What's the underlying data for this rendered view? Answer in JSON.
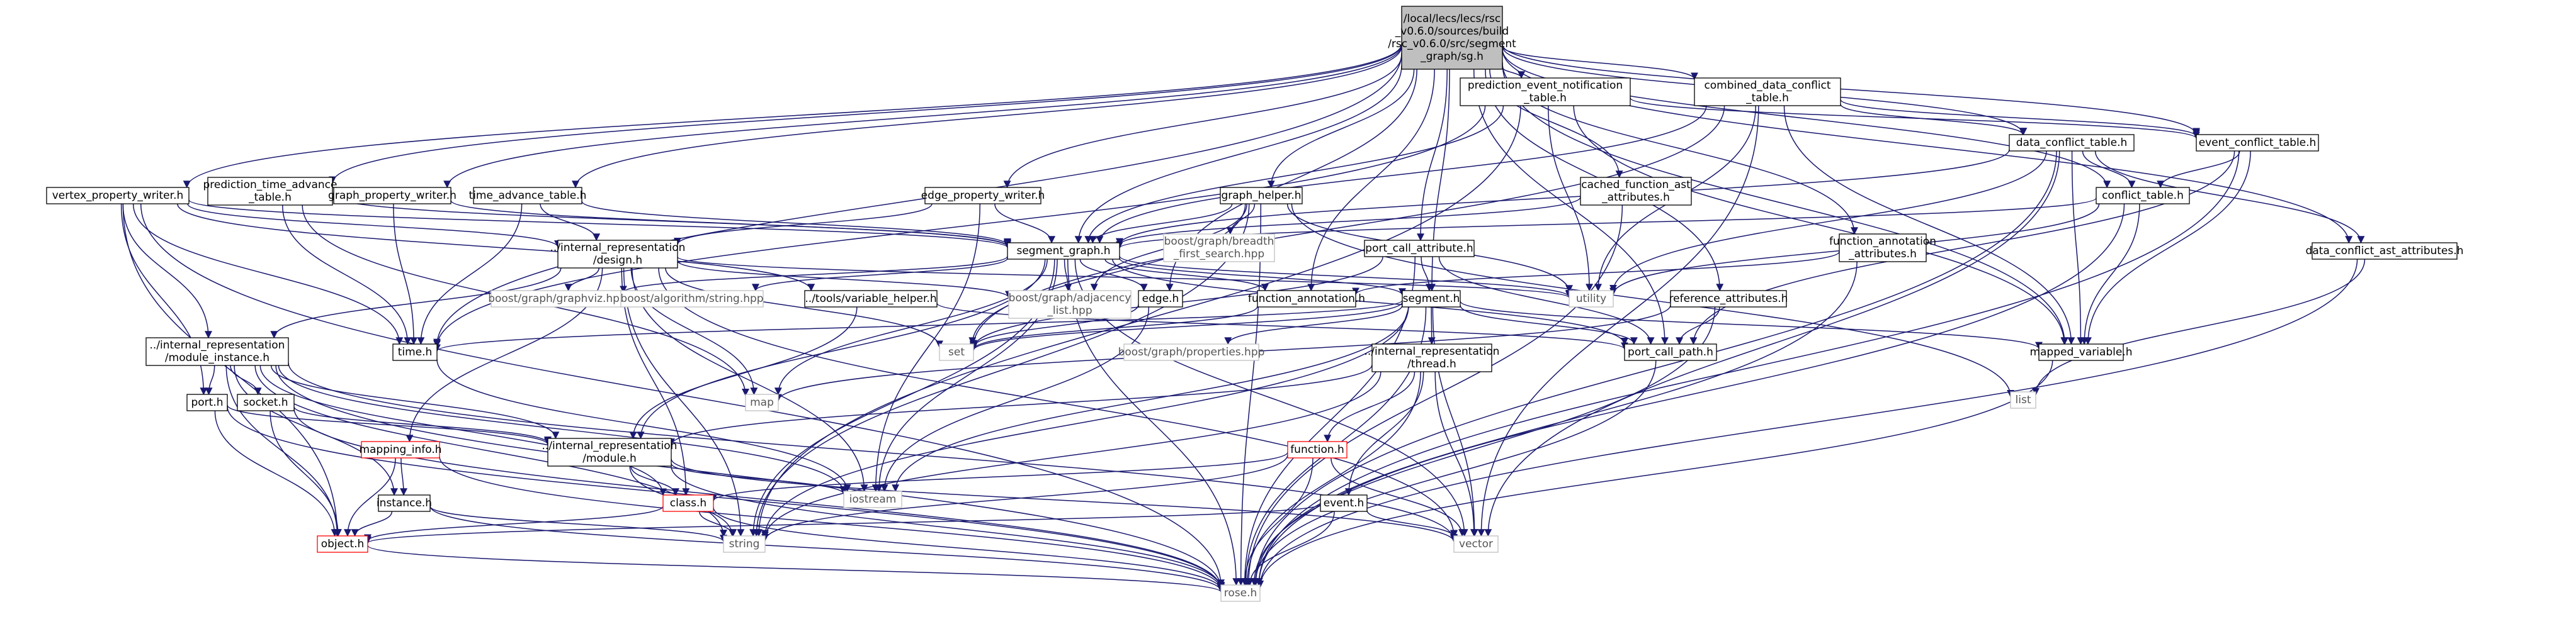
{
  "colors": {
    "edge": "#191970",
    "root_fill": "#bfbfbf",
    "node_border": "#000000",
    "external_border": "#bfbfbf",
    "incomplete_border": "#ff0000"
  },
  "nodes": [
    {
      "id": "root",
      "lines": [
        "/local/lecs/lecs/rsc",
        "_v0.6.0/sources/build",
        "/rsc_v0.6.0/src/segment",
        "_graph/sg.h"
      ],
      "kind": "root"
    },
    {
      "id": "vpw",
      "lines": [
        "vertex_property_writer.h"
      ],
      "kind": "normal"
    },
    {
      "id": "ptat",
      "lines": [
        "prediction_time_advance",
        "_table.h"
      ],
      "kind": "normal"
    },
    {
      "id": "gpw",
      "lines": [
        "graph_property_writer.h"
      ],
      "kind": "normal"
    },
    {
      "id": "tat",
      "lines": [
        "time_advance_table.h"
      ],
      "kind": "normal"
    },
    {
      "id": "epw",
      "lines": [
        "edge_property_writer.h"
      ],
      "kind": "normal"
    },
    {
      "id": "gh",
      "lines": [
        "graph_helper.h"
      ],
      "kind": "normal"
    },
    {
      "id": "pent",
      "lines": [
        "prediction_event_notification",
        "_table.h"
      ],
      "kind": "normal"
    },
    {
      "id": "cfat",
      "lines": [
        "cached_function_ast",
        "_attributes.h"
      ],
      "kind": "normal"
    },
    {
      "id": "cdct",
      "lines": [
        "combined_data_conflict",
        "_table.h"
      ],
      "kind": "normal"
    },
    {
      "id": "dct",
      "lines": [
        "data_conflict_table.h"
      ],
      "kind": "normal"
    },
    {
      "id": "ect",
      "lines": [
        "event_conflict_table.h"
      ],
      "kind": "normal"
    },
    {
      "id": "ct",
      "lines": [
        "conflict_table.h"
      ],
      "kind": "normal"
    },
    {
      "id": "faa",
      "lines": [
        "function_annotation",
        "_attributes.h"
      ],
      "kind": "normal"
    },
    {
      "id": "dcaa",
      "lines": [
        "data_conflict_ast_attributes.h"
      ],
      "kind": "normal"
    },
    {
      "id": "pca",
      "lines": [
        "port_call_attribute.h"
      ],
      "kind": "normal"
    },
    {
      "id": "sgh",
      "lines": [
        "segment_graph.h"
      ],
      "kind": "normal"
    },
    {
      "id": "ird",
      "lines": [
        "../internal_representation",
        "/design.h"
      ],
      "kind": "normal"
    },
    {
      "id": "bgbfs",
      "lines": [
        "boost/graph/breadth",
        "_first_search.hpp"
      ],
      "kind": "external"
    },
    {
      "id": "util",
      "lines": [
        "utility"
      ],
      "kind": "external"
    },
    {
      "id": "bggv",
      "lines": [
        "boost/graph/graphviz.hpp"
      ],
      "kind": "external"
    },
    {
      "id": "bastr",
      "lines": [
        "boost/algorithm/string.hpp"
      ],
      "kind": "external"
    },
    {
      "id": "bgal",
      "lines": [
        "boost/graph/adjacency",
        "_list.hpp"
      ],
      "kind": "external"
    },
    {
      "id": "tvh",
      "lines": [
        "../tools/variable_helper.h"
      ],
      "kind": "normal"
    },
    {
      "id": "edge",
      "lines": [
        "edge.h"
      ],
      "kind": "normal"
    },
    {
      "id": "fah",
      "lines": [
        "function_annotation.h"
      ],
      "kind": "normal"
    },
    {
      "id": "seg",
      "lines": [
        "segment.h"
      ],
      "kind": "normal"
    },
    {
      "id": "rah",
      "lines": [
        "reference_attributes.h"
      ],
      "kind": "normal"
    },
    {
      "id": "irmi",
      "lines": [
        "../internal_representation",
        "/module_instance.h"
      ],
      "kind": "normal"
    },
    {
      "id": "time",
      "lines": [
        "time.h"
      ],
      "kind": "normal"
    },
    {
      "id": "set",
      "lines": [
        "set"
      ],
      "kind": "external"
    },
    {
      "id": "bgprop",
      "lines": [
        "boost/graph/properties.hpp"
      ],
      "kind": "external"
    },
    {
      "id": "pcp",
      "lines": [
        "port_call_path.h"
      ],
      "kind": "normal"
    },
    {
      "id": "mv",
      "lines": [
        "mapped_variable.h"
      ],
      "kind": "normal"
    },
    {
      "id": "irth",
      "lines": [
        "../internal_representation",
        "/thread.h"
      ],
      "kind": "normal"
    },
    {
      "id": "map",
      "lines": [
        "map"
      ],
      "kind": "external"
    },
    {
      "id": "list",
      "lines": [
        "list"
      ],
      "kind": "external"
    },
    {
      "id": "port",
      "lines": [
        "port.h"
      ],
      "kind": "normal"
    },
    {
      "id": "sock",
      "lines": [
        "socket.h"
      ],
      "kind": "normal"
    },
    {
      "id": "mapi",
      "lines": [
        "mapping_info.h"
      ],
      "kind": "red"
    },
    {
      "id": "irmod",
      "lines": [
        "../internal_representation",
        "/module.h"
      ],
      "kind": "normal"
    },
    {
      "id": "func",
      "lines": [
        "function.h"
      ],
      "kind": "red"
    },
    {
      "id": "inst",
      "lines": [
        "instance.h"
      ],
      "kind": "normal"
    },
    {
      "id": "iostream",
      "lines": [
        "iostream"
      ],
      "kind": "external"
    },
    {
      "id": "cls",
      "lines": [
        "class.h"
      ],
      "kind": "red"
    },
    {
      "id": "event",
      "lines": [
        "event.h"
      ],
      "kind": "normal"
    },
    {
      "id": "obj",
      "lines": [
        "object.h"
      ],
      "kind": "red"
    },
    {
      "id": "string",
      "lines": [
        "string"
      ],
      "kind": "external"
    },
    {
      "id": "vector",
      "lines": [
        "vector"
      ],
      "kind": "external"
    },
    {
      "id": "rose",
      "lines": [
        "rose.h"
      ],
      "kind": "external"
    }
  ],
  "edges": [
    [
      "root",
      "vpw"
    ],
    [
      "root",
      "ptat"
    ],
    [
      "root",
      "gpw"
    ],
    [
      "root",
      "tat"
    ],
    [
      "root",
      "epw"
    ],
    [
      "root",
      "gh"
    ],
    [
      "root",
      "pent"
    ],
    [
      "root",
      "cfat"
    ],
    [
      "root",
      "cdct"
    ],
    [
      "root",
      "dct"
    ],
    [
      "root",
      "ect"
    ],
    [
      "root",
      "ct"
    ],
    [
      "root",
      "faa"
    ],
    [
      "root",
      "dcaa"
    ],
    [
      "root",
      "pca"
    ],
    [
      "root",
      "sgh"
    ],
    [
      "root",
      "seg"
    ],
    [
      "root",
      "edge"
    ],
    [
      "root",
      "fah"
    ],
    [
      "root",
      "rah"
    ],
    [
      "root",
      "time"
    ],
    [
      "root",
      "mv"
    ],
    [
      "root",
      "pcp"
    ],
    [
      "vpw",
      "sgh"
    ],
    [
      "vpw",
      "ird"
    ],
    [
      "vpw",
      "irmi"
    ],
    [
      "vpw",
      "port"
    ],
    [
      "vpw",
      "obj"
    ],
    [
      "vpw",
      "rose"
    ],
    [
      "vpw",
      "tvh"
    ],
    [
      "vpw",
      "time"
    ],
    [
      "ptat",
      "sgh"
    ],
    [
      "ptat",
      "time"
    ],
    [
      "ptat",
      "map"
    ],
    [
      "gpw",
      "sgh"
    ],
    [
      "gpw",
      "time"
    ],
    [
      "tat",
      "sgh"
    ],
    [
      "tat",
      "ird"
    ],
    [
      "tat",
      "time"
    ],
    [
      "epw",
      "sgh"
    ],
    [
      "epw",
      "ird"
    ],
    [
      "epw",
      "iostream"
    ],
    [
      "gh",
      "sgh"
    ],
    [
      "gh",
      "bgbfs"
    ],
    [
      "gh",
      "bgal"
    ],
    [
      "gh",
      "util"
    ],
    [
      "gh",
      "set"
    ],
    [
      "gh",
      "rose"
    ],
    [
      "gh",
      "list"
    ],
    [
      "gh",
      "string"
    ],
    [
      "pent",
      "sgh"
    ],
    [
      "pent",
      "ect"
    ],
    [
      "pent",
      "util"
    ],
    [
      "pent",
      "mv"
    ],
    [
      "pent",
      "string"
    ],
    [
      "pent",
      "time"
    ],
    [
      "cfat",
      "sgh"
    ],
    [
      "cfat",
      "rose"
    ],
    [
      "cdct",
      "sgh"
    ],
    [
      "cdct",
      "dct"
    ],
    [
      "cdct",
      "ect"
    ],
    [
      "cdct",
      "util"
    ],
    [
      "cdct",
      "mv"
    ],
    [
      "cdct",
      "vector"
    ],
    [
      "cdct",
      "set"
    ],
    [
      "dct",
      "ct"
    ],
    [
      "dct",
      "dcaa"
    ],
    [
      "dct",
      "sgh"
    ],
    [
      "dct",
      "mv"
    ],
    [
      "dct",
      "vector"
    ],
    [
      "dct",
      "util"
    ],
    [
      "dct",
      "rose"
    ],
    [
      "ect",
      "ct"
    ],
    [
      "ect",
      "pcp"
    ],
    [
      "ect",
      "mv"
    ],
    [
      "ect",
      "rose"
    ],
    [
      "ct",
      "sgh"
    ],
    [
      "ct",
      "mv"
    ],
    [
      "ct",
      "util"
    ],
    [
      "ct",
      "rose"
    ],
    [
      "faa",
      "fah"
    ],
    [
      "faa",
      "rose"
    ],
    [
      "dcaa",
      "list"
    ],
    [
      "dcaa",
      "rose"
    ],
    [
      "pca",
      "seg"
    ],
    [
      "pca",
      "pcp"
    ],
    [
      "pca",
      "set"
    ],
    [
      "pca",
      "rose"
    ],
    [
      "sgh",
      "seg"
    ],
    [
      "sgh",
      "edge"
    ],
    [
      "sgh",
      "fah"
    ],
    [
      "sgh",
      "bgal"
    ],
    [
      "sgh",
      "bggv"
    ],
    [
      "sgh",
      "bastr"
    ],
    [
      "sgh",
      "util"
    ],
    [
      "sgh",
      "map"
    ],
    [
      "sgh",
      "iostream"
    ],
    [
      "sgh",
      "string"
    ],
    [
      "sgh",
      "vector"
    ],
    [
      "sgh",
      "irmod"
    ],
    [
      "sgh",
      "pcp"
    ],
    [
      "sgh",
      "rose"
    ],
    [
      "ird",
      "irmi"
    ],
    [
      "ird",
      "mapi"
    ],
    [
      "ird",
      "bggv"
    ],
    [
      "ird",
      "bgal"
    ],
    [
      "ird",
      "map"
    ],
    [
      "ird",
      "iostream"
    ],
    [
      "ird",
      "cls"
    ],
    [
      "ird",
      "string"
    ],
    [
      "ird",
      "set"
    ],
    [
      "ird",
      "util"
    ],
    [
      "ird",
      "vector"
    ],
    [
      "tvh",
      "pcp"
    ],
    [
      "tvh",
      "irmod"
    ],
    [
      "edge",
      "set"
    ],
    [
      "edge",
      "iostream"
    ],
    [
      "fah",
      "set"
    ],
    [
      "seg",
      "time"
    ],
    [
      "seg",
      "set"
    ],
    [
      "seg",
      "bgprop"
    ],
    [
      "seg",
      "pcp"
    ],
    [
      "seg",
      "mv"
    ],
    [
      "seg",
      "irth"
    ],
    [
      "seg",
      "iostream"
    ],
    [
      "seg",
      "string"
    ],
    [
      "seg",
      "vector"
    ],
    [
      "seg",
      "rose"
    ],
    [
      "rah",
      "pcp"
    ],
    [
      "rah",
      "map"
    ],
    [
      "rah",
      "rose"
    ],
    [
      "irmi",
      "port"
    ],
    [
      "irmi",
      "sock"
    ],
    [
      "irmi",
      "irmod"
    ],
    [
      "irmi",
      "inst"
    ],
    [
      "irmi",
      "obj"
    ],
    [
      "irmi",
      "rose"
    ],
    [
      "irmi",
      "cls"
    ],
    [
      "irmi",
      "iostream"
    ],
    [
      "irmi",
      "string"
    ],
    [
      "irmi",
      "vector"
    ],
    [
      "time",
      "iostream"
    ],
    [
      "pcp",
      "rose"
    ],
    [
      "mv",
      "rose"
    ],
    [
      "irth",
      "func"
    ],
    [
      "irth",
      "event"
    ],
    [
      "irth",
      "irmod"
    ],
    [
      "irth",
      "vector"
    ],
    [
      "irth",
      "rose"
    ],
    [
      "irth",
      "string"
    ],
    [
      "port",
      "irmod"
    ],
    [
      "port",
      "obj"
    ],
    [
      "port",
      "rose"
    ],
    [
      "sock",
      "irmod"
    ],
    [
      "sock",
      "obj"
    ],
    [
      "sock",
      "rose"
    ],
    [
      "mapi",
      "inst"
    ],
    [
      "mapi",
      "obj"
    ],
    [
      "mapi",
      "rose"
    ],
    [
      "irmod",
      "cls"
    ],
    [
      "irmod",
      "iostream"
    ],
    [
      "irmod",
      "string"
    ],
    [
      "irmod",
      "vector"
    ],
    [
      "irmod",
      "rose"
    ],
    [
      "func",
      "cls"
    ],
    [
      "func",
      "string"
    ],
    [
      "func",
      "vector"
    ],
    [
      "func",
      "rose"
    ],
    [
      "inst",
      "obj"
    ],
    [
      "inst",
      "string"
    ],
    [
      "inst",
      "rose"
    ],
    [
      "cls",
      "obj"
    ],
    [
      "cls",
      "string"
    ],
    [
      "cls",
      "rose"
    ],
    [
      "event",
      "obj"
    ],
    [
      "event",
      "vector"
    ],
    [
      "event",
      "rose"
    ],
    [
      "obj",
      "rose"
    ]
  ]
}
